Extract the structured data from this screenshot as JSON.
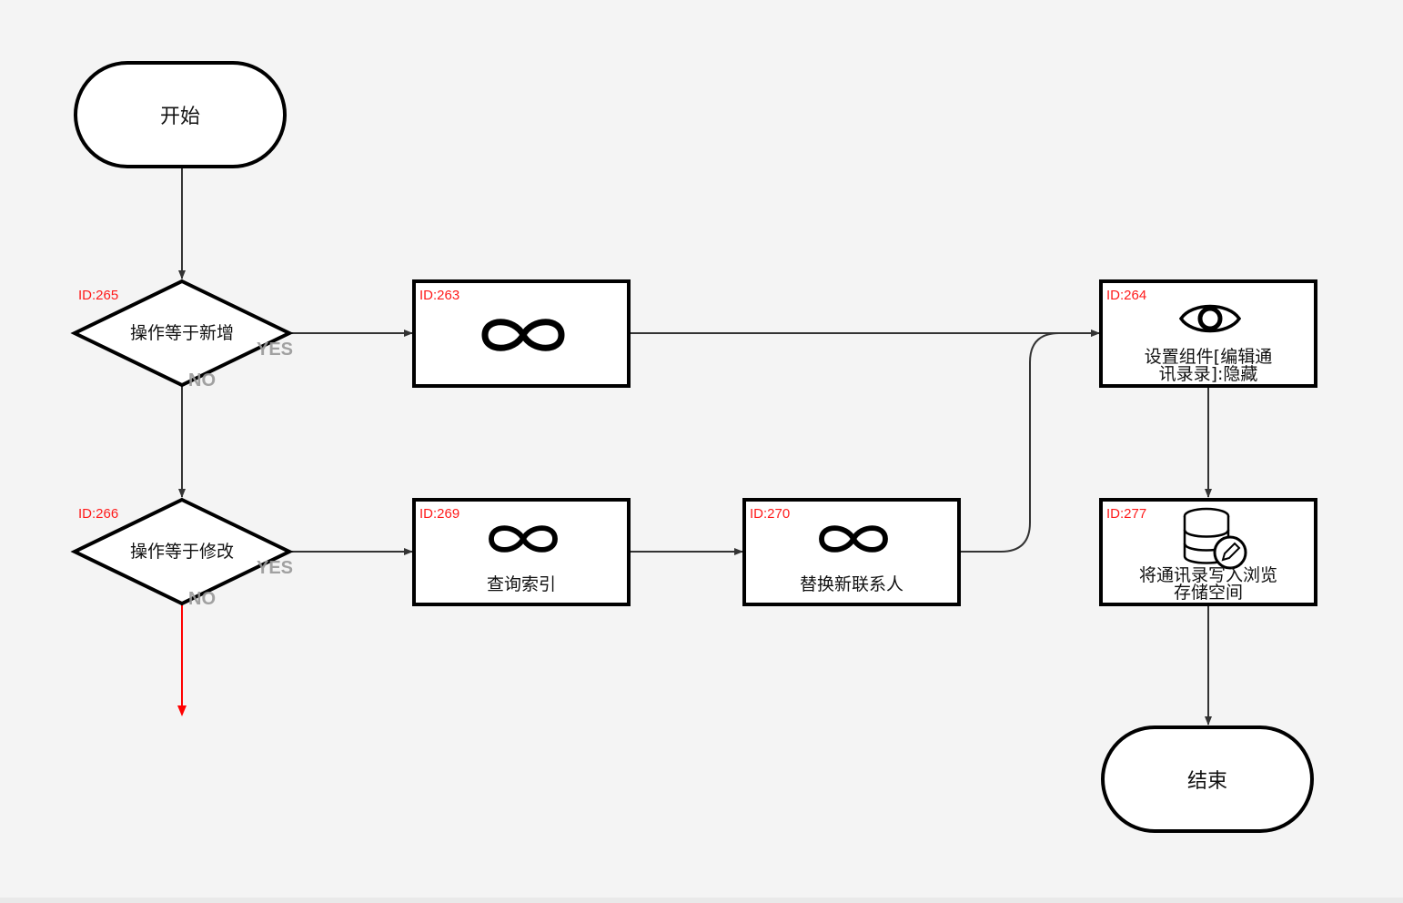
{
  "start": {
    "label": "开始"
  },
  "end": {
    "label": "结束"
  },
  "decisions": [
    {
      "id": "ID:265",
      "label": "操作等于新增",
      "yes": "YES",
      "no": "NO"
    },
    {
      "id": "ID:266",
      "label": "操作等于修改",
      "yes": "YES",
      "no": "NO"
    }
  ],
  "steps": {
    "n263": {
      "id": "ID:263",
      "label": "",
      "icon": "infinity-icon"
    },
    "n269": {
      "id": "ID:269",
      "label": "查询索引",
      "icon": "infinity-icon"
    },
    "n270": {
      "id": "ID:270",
      "label": "替换新联系人",
      "icon": "infinity-icon"
    },
    "n264": {
      "id": "ID:264",
      "label_line1": "设置组件[编辑通",
      "label_line2": "讯录录]:隐藏",
      "icon": "eye-icon"
    },
    "n277": {
      "id": "ID:277",
      "label_line1": "将通讯录写入浏览",
      "label_line2": "存储空间",
      "icon": "database-edit-icon"
    }
  },
  "colors": {
    "stroke": "#000000",
    "edge": "#333333",
    "id_text": "#ff1a1a",
    "unconnected_edge": "#ff0000",
    "branch_text": "#999999"
  }
}
